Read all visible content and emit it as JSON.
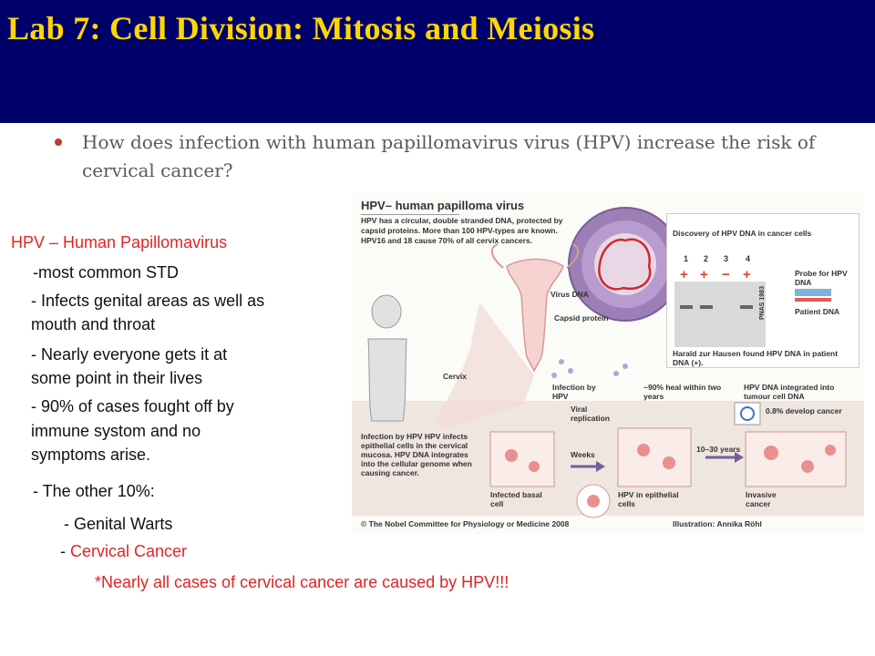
{
  "header": {
    "title": "Lab 7: Cell Division: Mitosis and Meiosis",
    "bar_color": "#00006b",
    "title_color": "#ffd700"
  },
  "question": "How does infection with human papillomavirus virus (HPV) increase the risk of cervical cancer?",
  "notes": {
    "heading": "HPV – Human Papillomavirus",
    "lines": [
      "-most common STD",
      "- Infects genital areas as well as",
      "mouth and throat",
      "- Nearly everyone gets it at",
      "some point in their lives",
      "- 90% of cases fought off by",
      "immune systom and no",
      "symptoms arise.",
      "- The other 10%:",
      "- Genital Warts"
    ],
    "cervical_prefix": "- ",
    "cervical_label": "Cervical Cancer",
    "footer": "*Nearly all cases of cervical cancer are caused by HPV!!!",
    "accent_color": "#e02424"
  },
  "figure": {
    "heading": "HPV– human papilloma virus",
    "intro": "HPV has a circular, double stranded DNA, protected by capsid proteins. More than 100 HPV-types are known. HPV16 and 18 cause 70% of all cervix cancers.",
    "virus_dna": "Virus DNA",
    "capsid_protein": "Capsid protein",
    "cervix": "Cervix",
    "infection_by_hpv": "Infection by HPV",
    "viral_replication": "Viral replication",
    "heal": "~90% heal within two years",
    "integrated": "HPV DNA integrated into tumour cell DNA",
    "develop_cancer": "0.8% develop cancer",
    "weeks": "Weeks",
    "years": "10–30 years",
    "infection_text": "Infection by HPV HPV infects epithelial cells in the cervical mucosa. HPV DNA integrates into the cellular genome when causing cancer.",
    "infected_basal": "Infected basal cell",
    "hpv_epithelial": "HPV in epithelial cells",
    "invasive": "Invasive cancer",
    "copyright": "© The Nobel Committee for Physiology or Medicine 2008",
    "illustration": "Illustration: Annika Röhl",
    "discovery": {
      "title": "Discovery of HPV DNA in cancer cells",
      "lanes": [
        "1",
        "2",
        "3",
        "4"
      ],
      "signs": [
        "+",
        "+",
        "−",
        "+"
      ],
      "probe": "Probe for HPV DNA",
      "patient": "Patient DNA",
      "vertical": "PNAS 1983",
      "caption": "Harald zur Hausen found HPV DNA in patient DNA (+)."
    }
  }
}
